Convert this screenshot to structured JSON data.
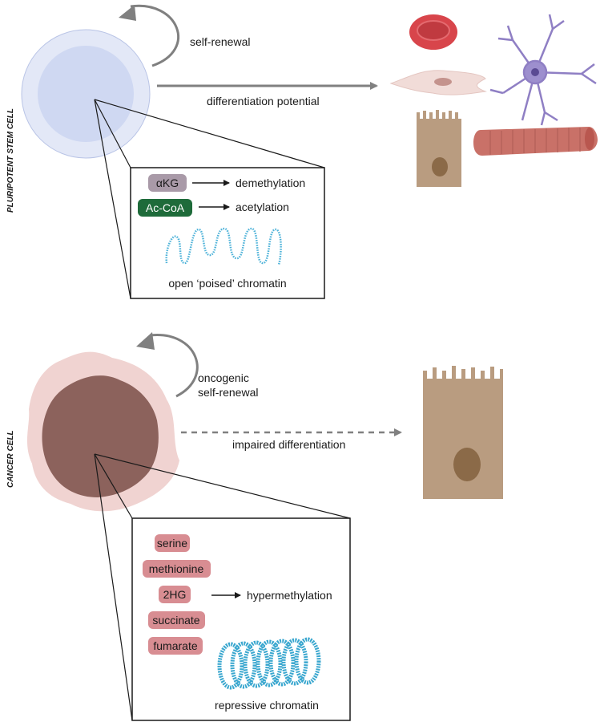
{
  "top_panel": {
    "vertical_label": "PLURIPOTENT STEM CELL",
    "self_renewal_label": "self-renewal",
    "arrow_label": "differentiation potential",
    "inset": {
      "rows": [
        {
          "pill": "αKG",
          "result": "demethylation",
          "color": "#a99aa8",
          "text_color": "#1a1a1a"
        },
        {
          "pill": "Ac-CoA",
          "result": "acetylation",
          "color": "#1e6b3a",
          "text_color": "#ffffff"
        }
      ],
      "chromatin_label": "open ‘poised’ chromatin",
      "chromatin_color": "#4fb3d9"
    },
    "cell_color": "#d4dcf3",
    "differentiated_cells": [
      "red-blood-cell",
      "fibroblast",
      "neuron",
      "epithelial-cell",
      "muscle-fiber"
    ]
  },
  "bottom_panel": {
    "vertical_label": "CANCER CELL",
    "self_renewal_label_line1": "oncogenic",
    "self_renewal_label_line2": "self-renewal",
    "arrow_label": "impaired differentiation",
    "inset": {
      "metabolites": [
        "serine",
        "methionine",
        "2HG",
        "succinate",
        "fumarate"
      ],
      "result": "hypermethylation",
      "pill_color": "#d88d92",
      "chromatin_label": "repressive chromatin",
      "chromatin_color": "#3aa7cf"
    },
    "cell_outer_color": "#f0d3d1",
    "cell_inner_color": "#8c625c"
  }
}
